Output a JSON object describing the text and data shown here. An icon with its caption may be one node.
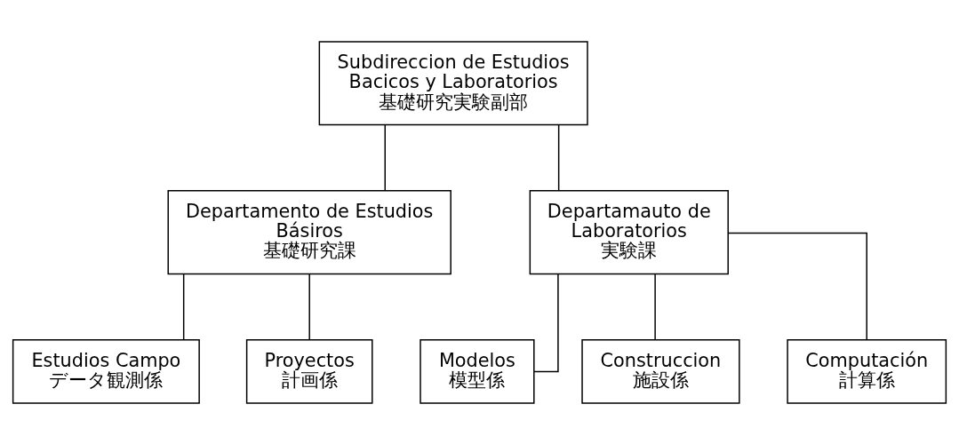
{
  "diagram": {
    "nodes": [
      {
        "text": [
          "Subdireccion de Estudios Bacicos y Laboratorios",
          "基礎研究実験副部"
        ]
      },
      {
        "text": [
          "Departamento de Estudios Básiros",
          "基礎研究課"
        ]
      },
      {
        "text": [
          "Departamauto de Laboratorios",
          "実験課"
        ]
      },
      {
        "text": [
          "Estudios Campo",
          "データ観測係"
        ]
      },
      {
        "text": [
          "Proyectos",
          "計画係"
        ]
      },
      {
        "text": [
          "Modelos",
          "模型係"
        ]
      },
      {
        "text": [
          "Construccion",
          "施設係"
        ]
      },
      {
        "text": [
          "Computación",
          "計算係"
        ]
      }
    ],
    "edges": [
      {
        "from": 0,
        "to": 1,
        "arrow": "none"
      },
      {
        "from": 0,
        "to": 2,
        "arrow": "none"
      },
      {
        "from": 1,
        "to": 3,
        "arrow": "none"
      },
      {
        "from": 1,
        "to": 4,
        "arrow": "none"
      },
      {
        "from": 2,
        "to": 5,
        "arrow": "none"
      },
      {
        "from": 2,
        "to": 6,
        "arrow": "none"
      },
      {
        "from": 2,
        "to": 7,
        "arrow": "none"
      }
    ]
  }
}
